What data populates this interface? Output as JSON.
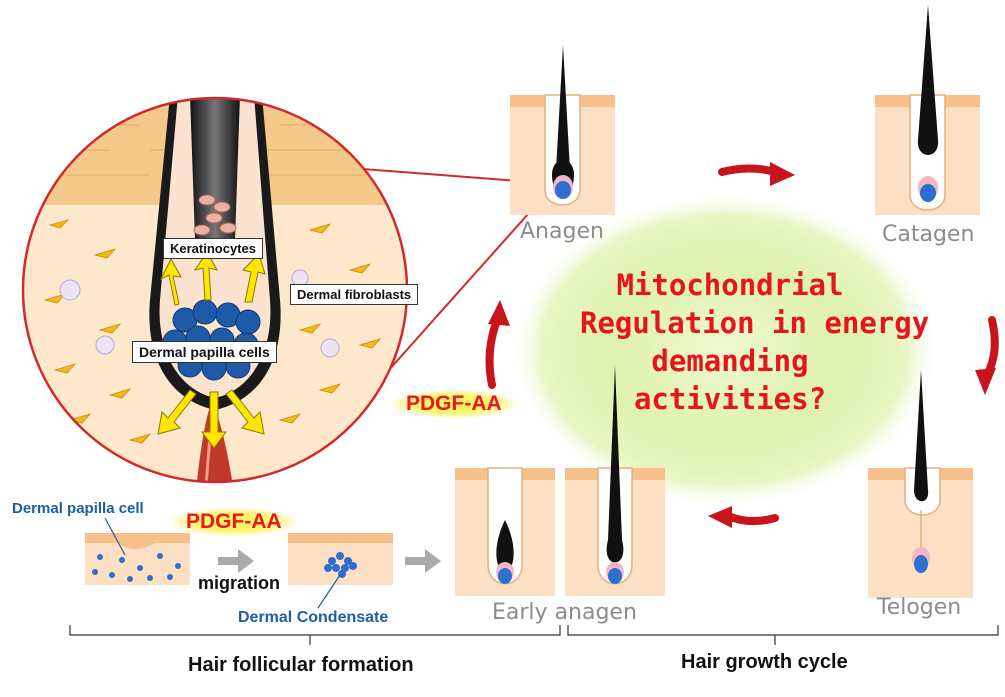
{
  "central_question": [
    "Mitochondrial",
    "Regulation in energy",
    "demanding",
    "activities?"
  ],
  "hair_cycle_stages": {
    "anagen": "Anagen",
    "catagen": "Catagen",
    "telogen": "Telogen",
    "early_anagen": "Early anagen"
  },
  "inset_labels": {
    "keratinocytes": "Keratinocytes",
    "dermal_fibroblasts": "Dermal fibroblasts",
    "dermal_papilla_cells": "Dermal papilla cells"
  },
  "growth_factor": {
    "upper": "PDGF-AA",
    "lower": "PDGF-AA"
  },
  "formation_labels": {
    "dermal_papilla_cell": "Dermal papilla cell",
    "migration": "migration",
    "dermal_condensate": "Dermal Condensate"
  },
  "sections": {
    "left": "Hair follicular formation",
    "right": "Hair growth cycle"
  },
  "colors": {
    "question_text": "#e8141c",
    "cycle_arrows": "#c8141c",
    "center_glow": "#d6f0a0",
    "skin": "#fde0c4",
    "skin_top": "#f7c08a",
    "papilla_blue": "#2c6fd0",
    "pdgf_highlight": "#fff15c",
    "inset_border": "#d22a2a"
  }
}
